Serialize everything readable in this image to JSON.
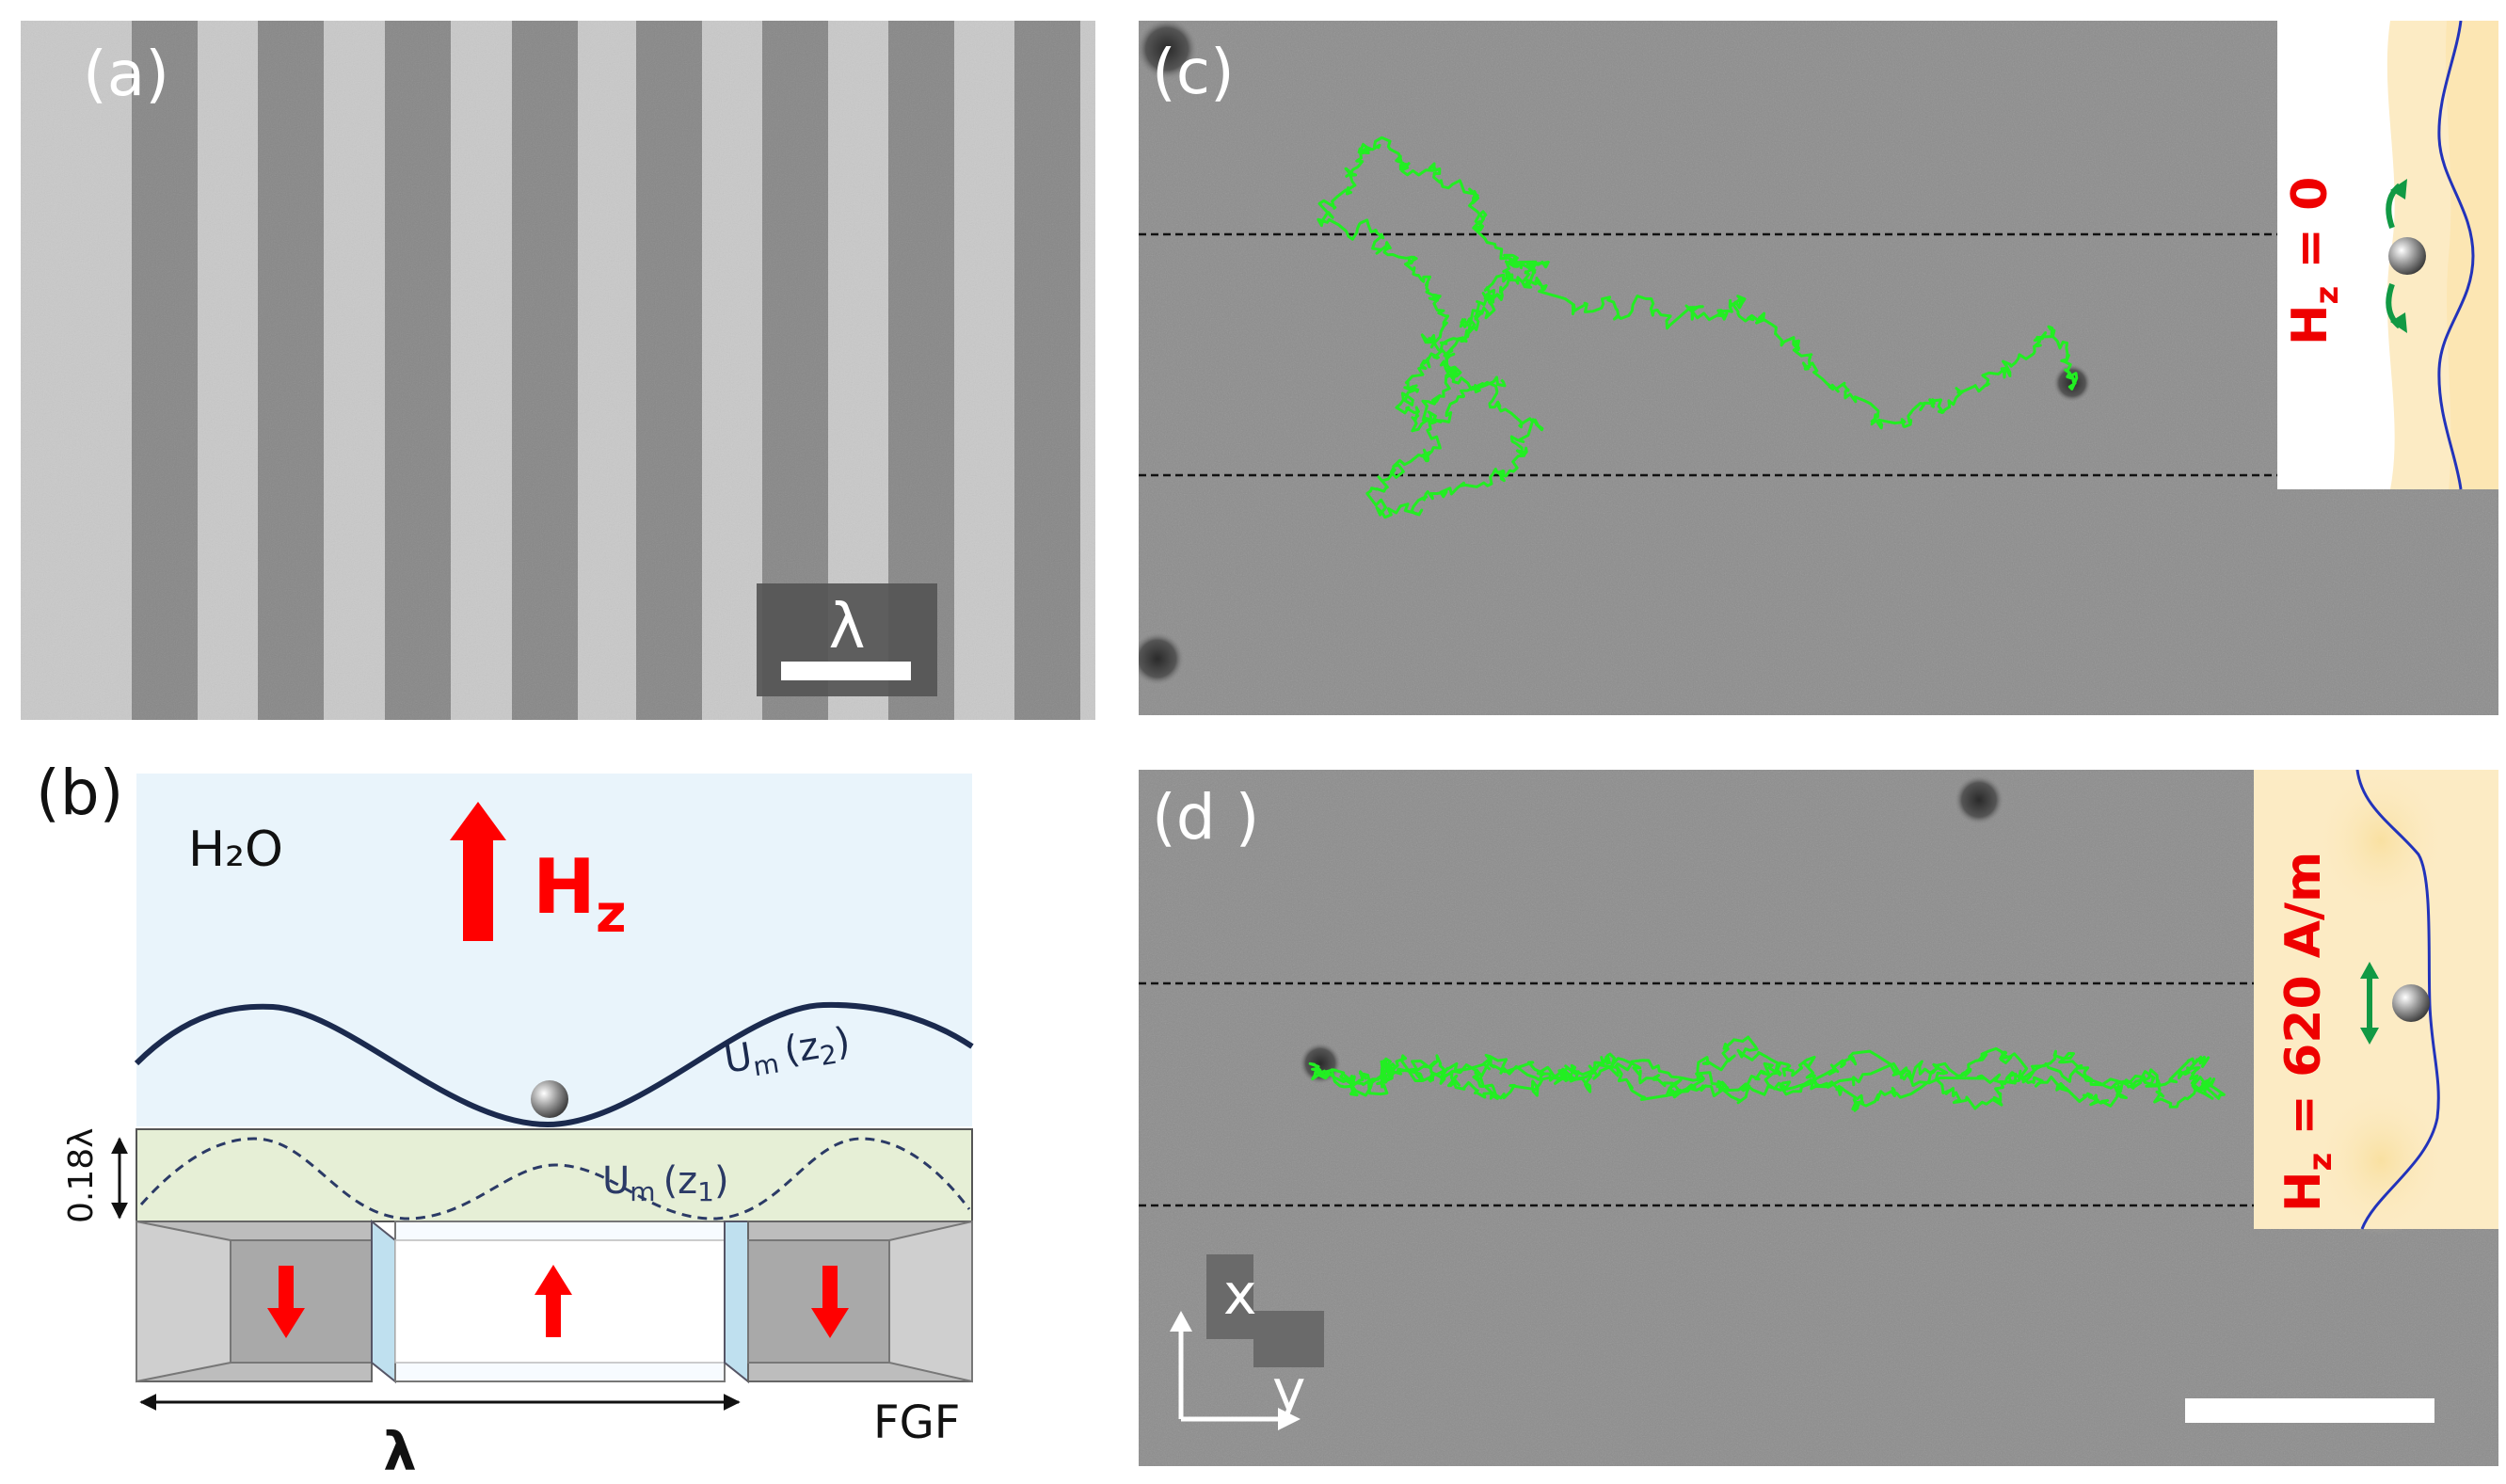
{
  "figure": {
    "panel_a": {
      "label": "(a)",
      "scalebar_label": "λ"
    },
    "panel_b": {
      "label": "(b)",
      "medium_label": "H₂O",
      "field_label_main": "H",
      "field_label_sub": "z",
      "potential_upper_main": "U",
      "potential_upper_sub": "m",
      "potential_upper_arg": "(z",
      "potential_upper_arg_sub": "2",
      "potential_upper_close": ")",
      "potential_lower_main": "U",
      "potential_lower_sub": "m",
      "potential_lower_arg": "(z",
      "potential_lower_arg_sub": "1",
      "potential_lower_close": ")",
      "thickness_label": "0.18λ",
      "period_label": "λ",
      "film_label": "FGF"
    },
    "panel_c": {
      "label": "(c)",
      "inset_label_main": "H",
      "inset_label_sub": "z",
      "inset_label_value": " = 0"
    },
    "panel_d": {
      "label": "(d )",
      "inset_label_main": "H",
      "inset_label_sub": "z",
      "inset_label_value": " = 620 A/m",
      "axis_x_label": "x",
      "axis_y_label": "y"
    },
    "colors": {
      "trajectory": "#22ee22",
      "field_arrow": "#ff0000",
      "potential_curve": "#1b2a4e",
      "inset_curve": "#2233bb",
      "water": "#e9f4fb",
      "layer": "#e6efd6"
    }
  }
}
